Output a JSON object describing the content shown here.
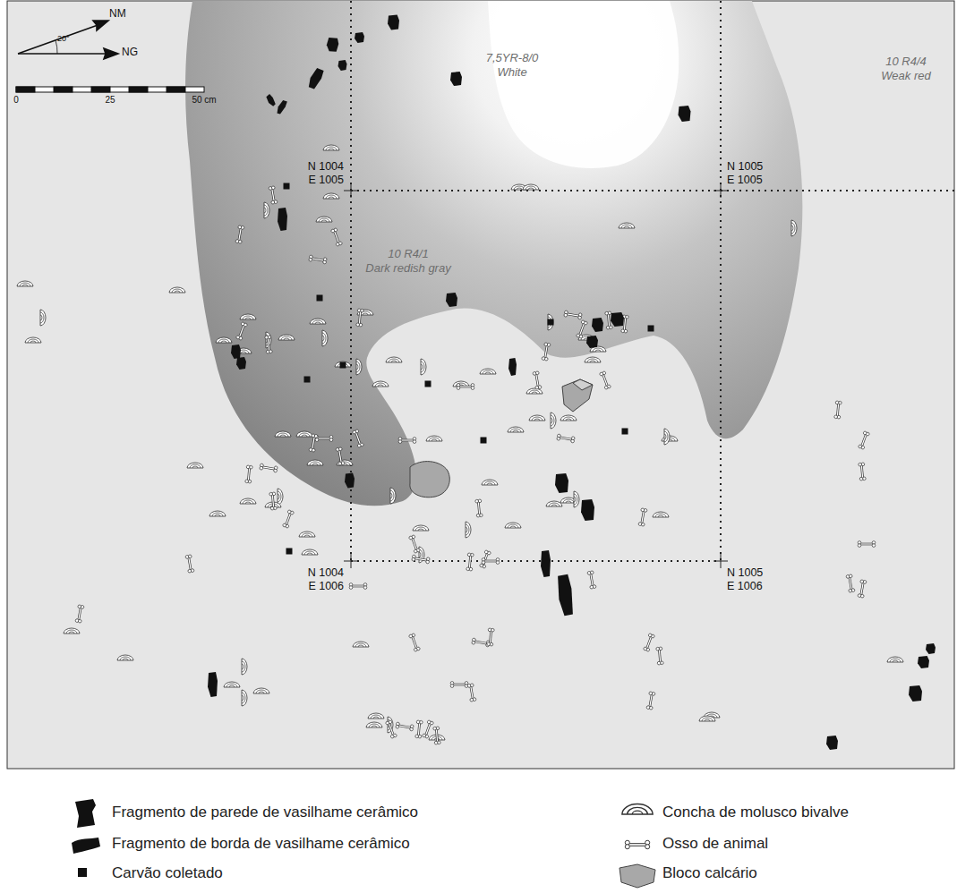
{
  "diagram": {
    "labels": [
      "NM",
      "NG",
      "20°",
      "0",
      "25",
      "50 cm",
      "7,5YR-8/0",
      "White",
      "10 R4/4",
      "Weak red",
      "10 R4/1",
      "Dark redish gray",
      "N 1004",
      "E 1005",
      "N 1005",
      "E 1005",
      "N 1004",
      "E 1006",
      "N 1005",
      "E 1006"
    ],
    "legend": [
      {
        "text": "Fragmento de parede de vasilhame cerâmico"
      },
      {
        "text": "Fragmento de borda de vasilhame cerâmico"
      },
      {
        "text": "Carvão coletado"
      },
      {
        "text": "Concha de molusco bivalve"
      },
      {
        "text": "Osso de animal"
      },
      {
        "text": "Bloco calcário"
      }
    ]
  }
}
